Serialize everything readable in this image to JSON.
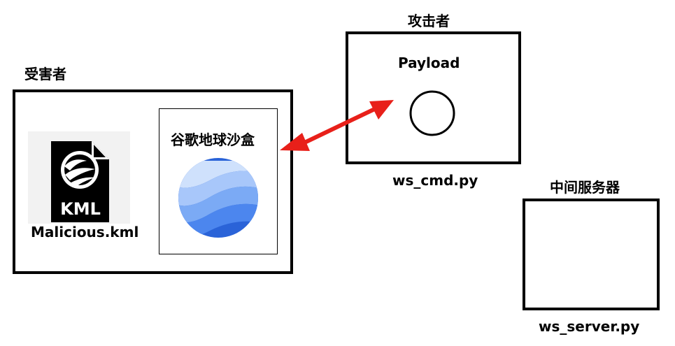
{
  "victim": {
    "label": "受害者",
    "file_name": "Malicious.kml",
    "file_icon_text": "KML",
    "sandbox_label": "谷歌地球沙盒"
  },
  "attacker": {
    "label": "攻击者",
    "payload_label": "Payload",
    "script_name": "ws_cmd.py"
  },
  "middle_server": {
    "label": "中间服务器",
    "script_name": "ws_server.py"
  },
  "colors": {
    "arrow": "#e8201a",
    "earth_light": "#8ab4f8",
    "earth_dark": "#1a56d6"
  }
}
